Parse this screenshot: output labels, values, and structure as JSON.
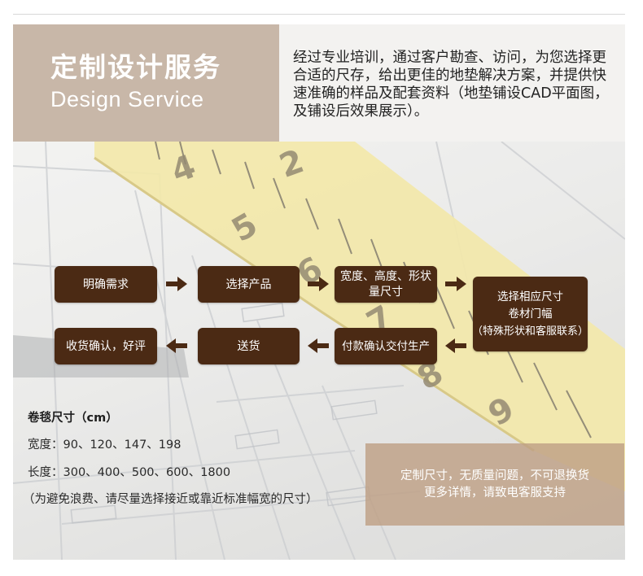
{
  "header": {
    "title": "定制设计服务",
    "subtitle": "Design Service",
    "description": "经过专业培训，通过客户勘查、访问，为您选择更合适的尺存，给出更佳的地垫解决方案，并提供快速准确的样品及配套资料（地垫铺设CAD平面图，及铺设后效果展示）。"
  },
  "flow": {
    "step1": "明确需求",
    "step2": "选择产品",
    "step3_line1": "宽度、高度、形状",
    "step3_line2": "量尺寸",
    "step4_line1": "选择相应尺寸",
    "step4_line2": "卷材门幅",
    "step4_line3": "（特殊形状和客服联系）",
    "step5": "付款确认交付生产",
    "step6": "送货",
    "step7": "收货确认，好评"
  },
  "sizes": {
    "title": "卷毯尺寸（cm）",
    "width_line": "宽度：90、120、147、198",
    "length_line": "长度：300、400、500、600、1800",
    "note": "（为避免浪费、请尽量选择接近或靠近标准幅宽的尺寸）"
  },
  "notice": {
    "line1": "定制尺寸，无质量问题，不可退换货",
    "line2": "更多详情，请致电客服支持"
  },
  "tape": {
    "numbers": [
      "4",
      "2",
      "5",
      "6",
      "7",
      "8",
      "9"
    ]
  },
  "colors": {
    "header_left_bg": "#c8b7a8",
    "header_right_bg": "#f3f2f0",
    "step_bg": "#4b2a14",
    "arrow": "#4b2a14",
    "notice_bg": "#bea085",
    "tape_yellow": "#efe08a"
  }
}
